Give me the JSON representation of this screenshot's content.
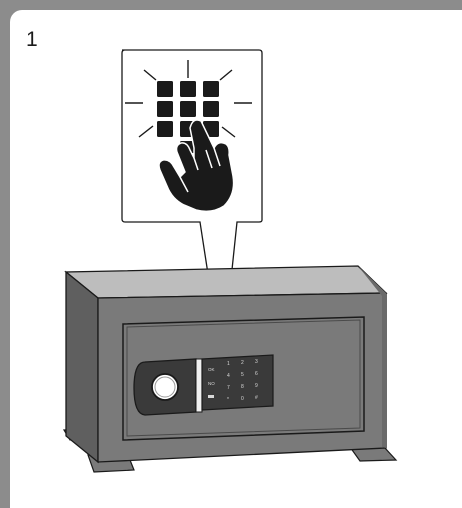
{
  "step": {
    "number": "1"
  },
  "keypad": {
    "keys": [
      "1",
      "2",
      "3",
      "4",
      "5",
      "6",
      "7",
      "8",
      "9",
      "*",
      "0",
      "#"
    ],
    "side_labels": [
      "OK",
      "NO"
    ]
  },
  "colors": {
    "frame": "#8c8c8c",
    "safe_face": "#7a7a7a",
    "safe_top": "#bdbdbd",
    "safe_side": "#5f5f5f",
    "handle_panel": "#3a3a3a",
    "outline": "#1a1a1a"
  },
  "icons": [
    "keypad-icon",
    "pointing-hand-icon",
    "flash-rays-icon",
    "knob-icon"
  ]
}
